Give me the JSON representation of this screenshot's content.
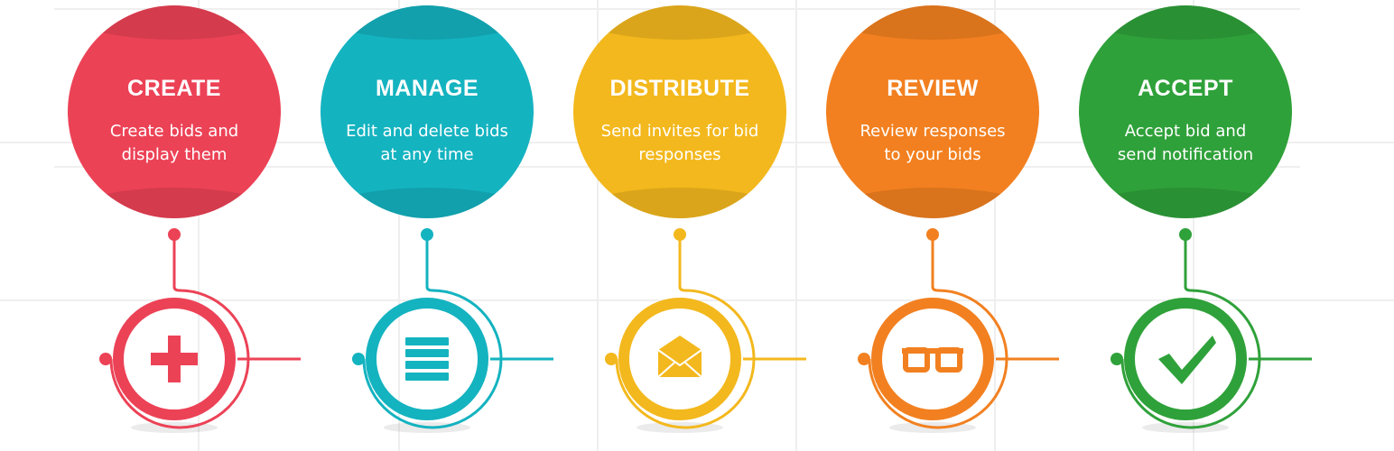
{
  "steps": [
    {
      "title": "CREATE",
      "description": "Create bids and display them",
      "color": "#ec4256",
      "icon": "plus-icon"
    },
    {
      "title": "MANAGE",
      "description": "Edit and delete bids at any time",
      "color": "#14b3c0",
      "icon": "list-icon"
    },
    {
      "title": "DISTRIBUTE",
      "description": "Send invites for bid responses",
      "color": "#f3b81d",
      "icon": "envelope-icon"
    },
    {
      "title": "REVIEW",
      "description": "Review responses to your bids",
      "color": "#f28020",
      "icon": "glasses-icon"
    },
    {
      "title": "ACCEPT",
      "description": "Accept bid and send notification",
      "color": "#2fa13a",
      "icon": "checkmark-icon"
    }
  ]
}
